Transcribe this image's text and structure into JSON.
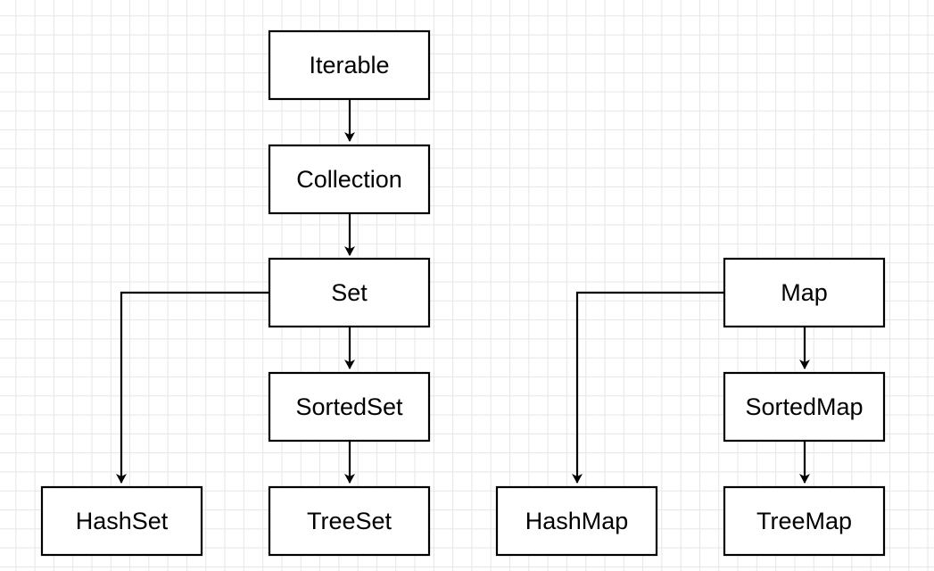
{
  "nodes": {
    "iterable": "Iterable",
    "collection": "Collection",
    "set": "Set",
    "sortedset": "SortedSet",
    "hashset": "HashSet",
    "treeset": "TreeSet",
    "map": "Map",
    "sortedmap": "SortedMap",
    "hashmap": "HashMap",
    "treemap": "TreeMap"
  },
  "edges": [
    {
      "from": "Iterable",
      "to": "Collection"
    },
    {
      "from": "Collection",
      "to": "Set"
    },
    {
      "from": "Set",
      "to": "SortedSet"
    },
    {
      "from": "Set",
      "to": "HashSet"
    },
    {
      "from": "SortedSet",
      "to": "TreeSet"
    },
    {
      "from": "Map",
      "to": "SortedMap"
    },
    {
      "from": "Map",
      "to": "HashMap"
    },
    {
      "from": "SortedMap",
      "to": "TreeMap"
    }
  ],
  "colors": {
    "stroke": "#000000",
    "fill": "#ffffff",
    "grid": "#e6e6e6"
  }
}
